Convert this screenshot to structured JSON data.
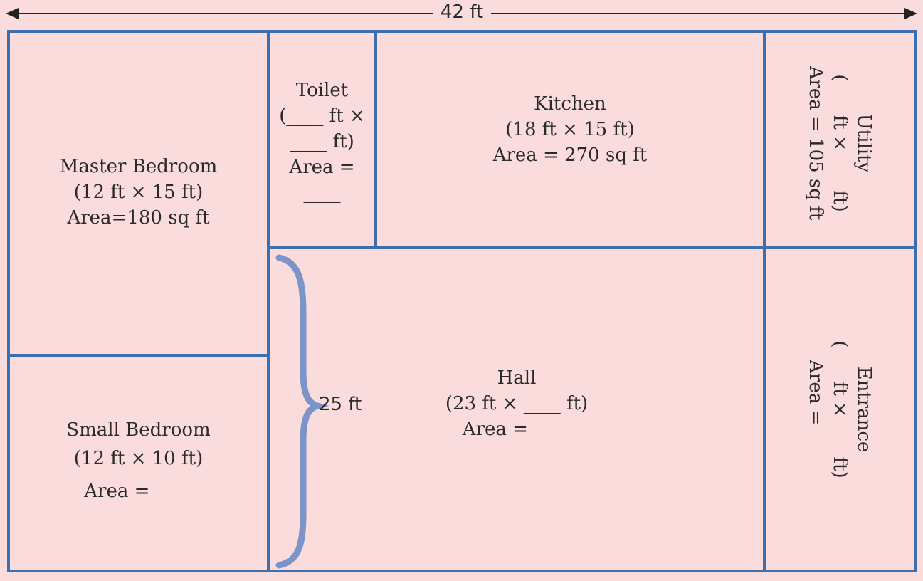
{
  "dimensions": {
    "width_label": "42 ft",
    "height_label": "25 ft"
  },
  "colors": {
    "background": "#fbdcdc",
    "walls": "#3b6fb0",
    "brace": "#7b95c9",
    "arrow": "#222222"
  },
  "rooms": {
    "master_bedroom": {
      "name": "Master Bedroom",
      "size": "(12 ft × 15 ft)",
      "area": "Area=180 sq ft"
    },
    "small_bedroom": {
      "name": "Small Bedroom",
      "size": "(12 ft × 10 ft)",
      "area": "Area = ____"
    },
    "toilet": {
      "name": "Toilet",
      "size_line1": "(____ ft ×",
      "size_line2": "____ ft)",
      "area_line1": "Area =",
      "area_line2": "____"
    },
    "kitchen": {
      "name": "Kitchen",
      "size": "(18 ft × 15 ft)",
      "area": "Area = 270 sq ft"
    },
    "hall": {
      "name": "Hall",
      "size": "(23 ft × ____ ft)",
      "area": "Area = ____"
    },
    "utility": {
      "name": "Utility",
      "size": "(___ ft × ___ ft)",
      "area": "Area = 105 sq ft"
    },
    "entrance": {
      "name": "Entrance",
      "size": "(___ ft × ___ ft)",
      "area": "Area = ___"
    }
  }
}
